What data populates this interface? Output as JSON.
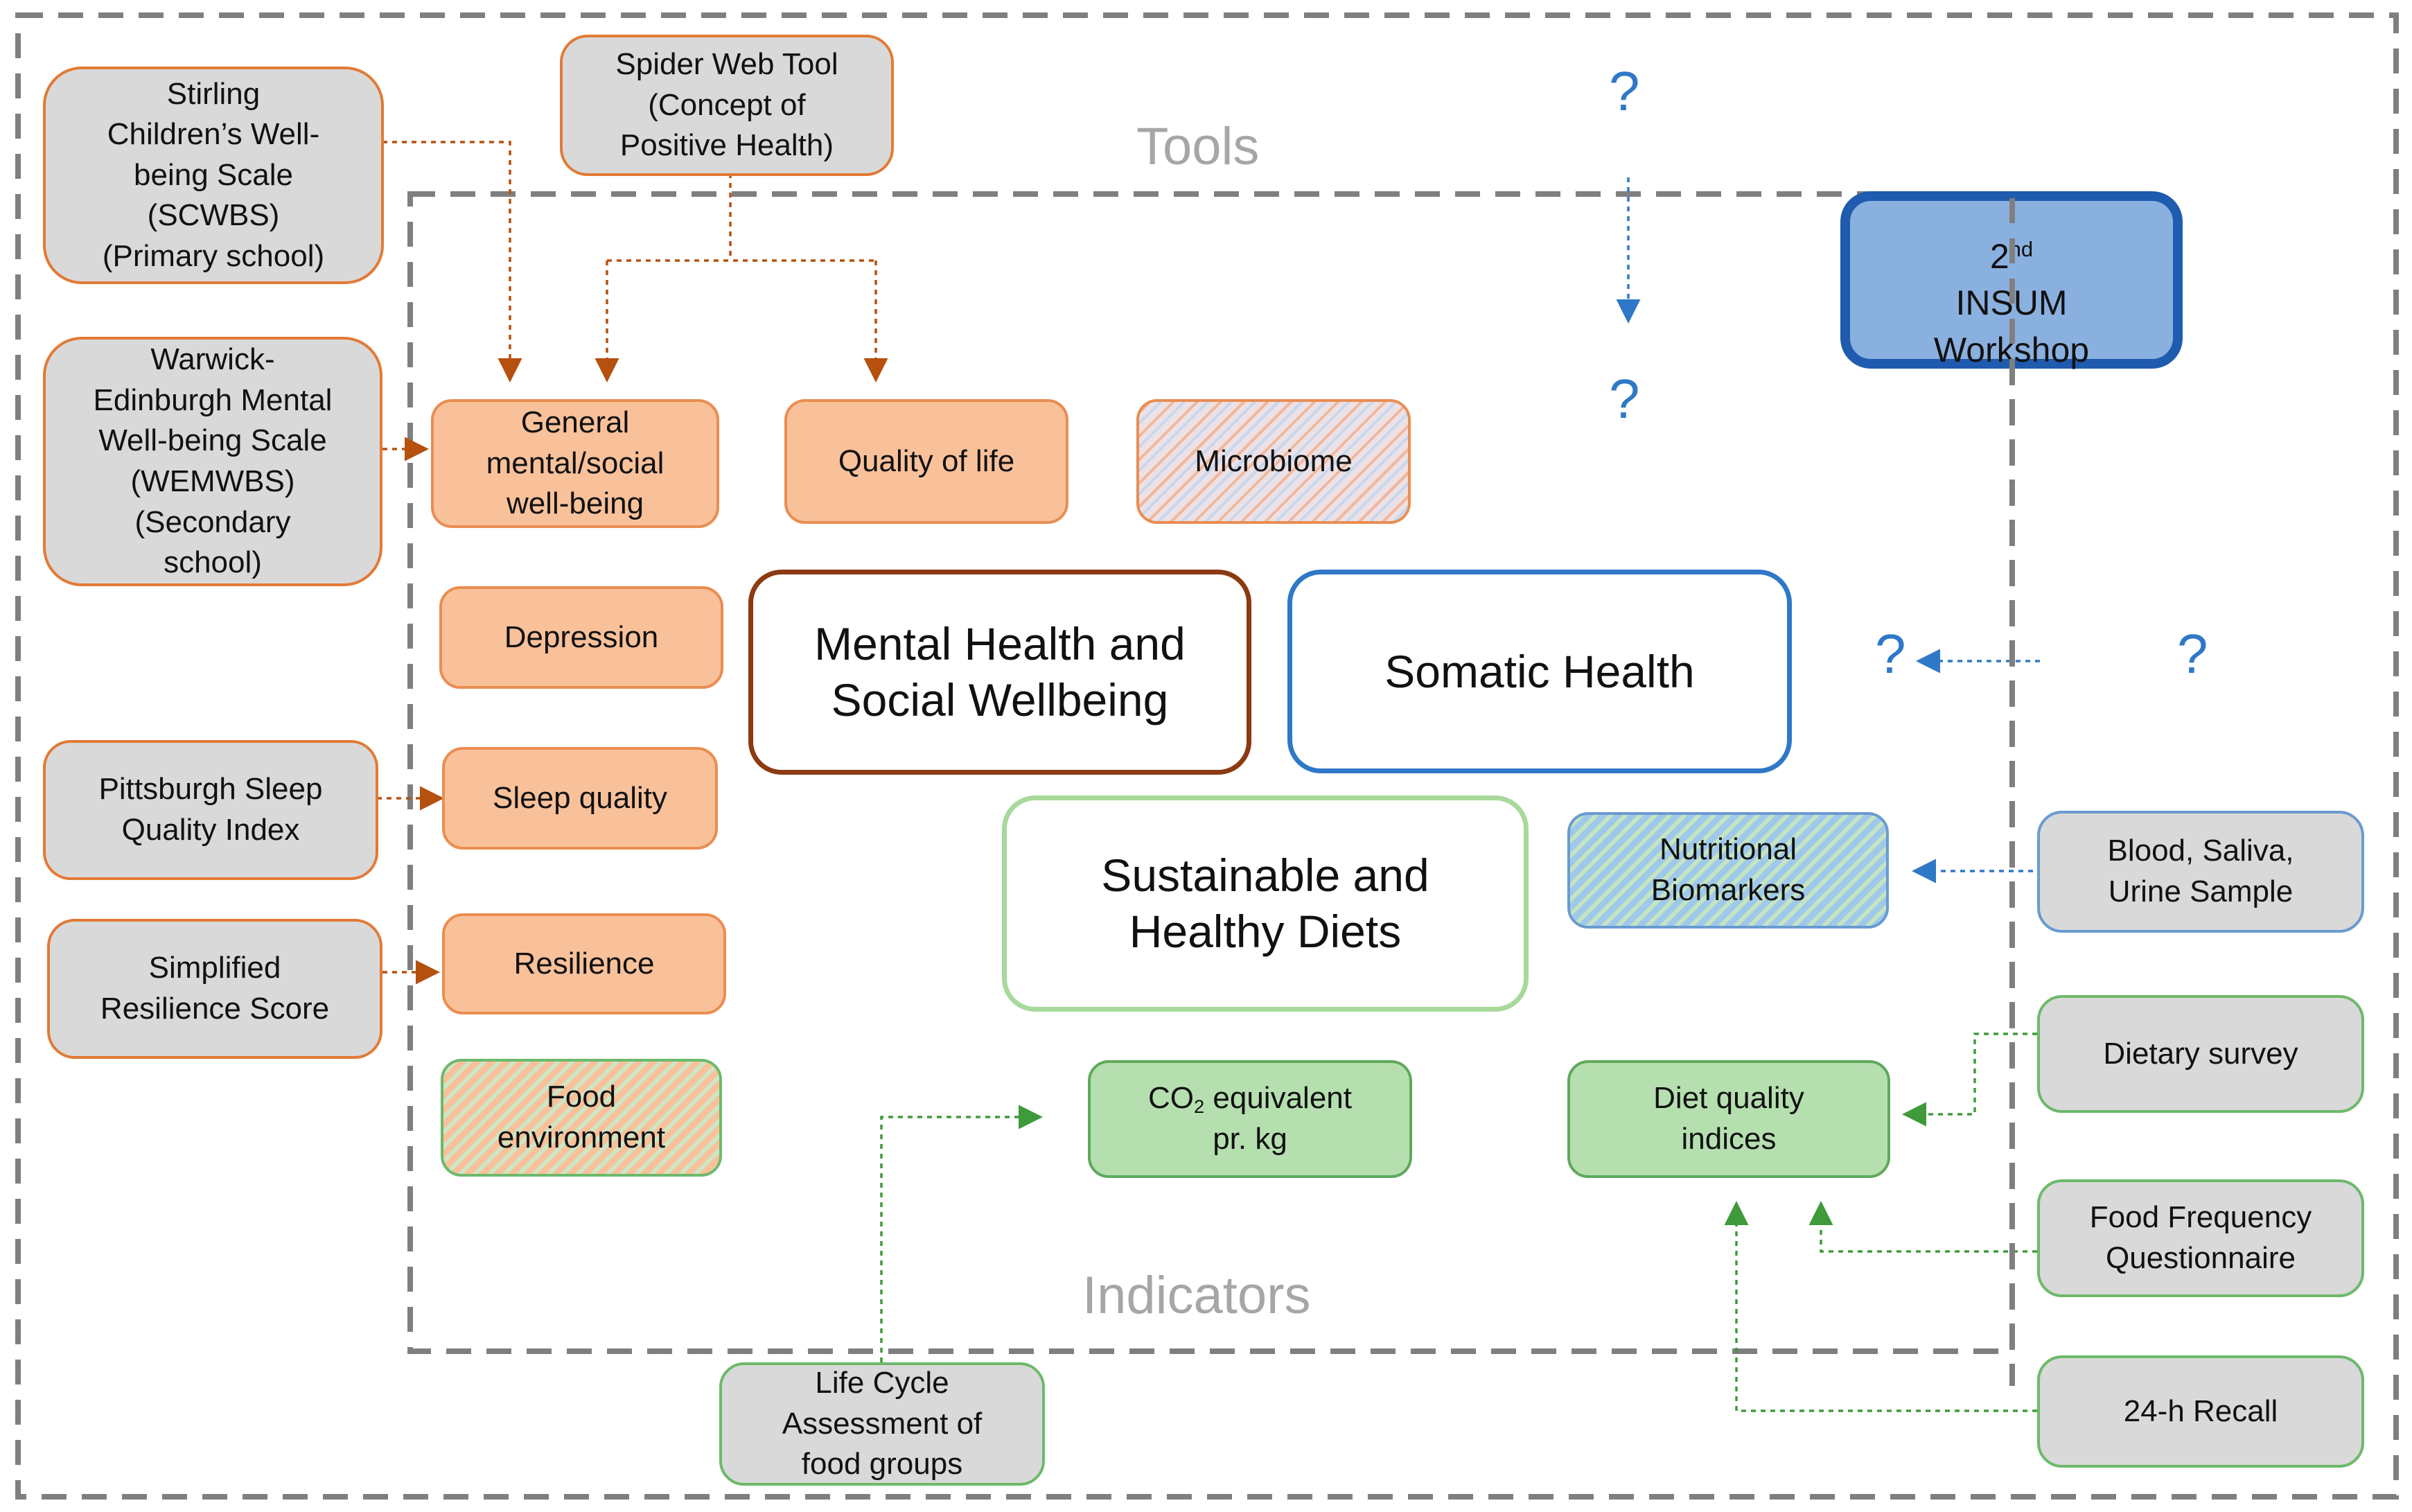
{
  "region_labels": {
    "tools": "Tools",
    "indicators": "Indicators"
  },
  "question_mark": "?",
  "workshop": {
    "label_sup": "nd",
    "label_a": "2",
    "label_b": "INSUM\nWorkshop"
  },
  "central": {
    "mental": "Mental Health and\nSocial Wellbeing",
    "somatic": "Somatic Health",
    "diets": "Sustainable and\nHealthy Diets"
  },
  "tools_left": {
    "scwbs": "Stirling\nChildren’s Well-\nbeing Scale\n(SCWBS)\n(Primary school)",
    "spider": "Spider Web Tool\n(Concept of\nPositive Health)",
    "wemwbs": "Warwick-\nEdinburgh Mental\nWell-being Scale\n(WEMWBS)\n(Secondary\nschool)",
    "psqi": "Pittsburgh Sleep\nQuality Index",
    "resilience_score": "Simplified\nResilience Score",
    "lca": "Life Cycle\nAssessment of\nfood groups"
  },
  "tools_right": {
    "blood": "Blood, Saliva,\nUrine Sample",
    "dietary_survey": "Dietary survey",
    "ffq": "Food Frequency\nQuestionnaire",
    "recall": "24-h Recall"
  },
  "indicators": {
    "general": "General\nmental/social\nwell-being",
    "quality_of_life": "Quality of life",
    "microbiome": "Microbiome",
    "depression": "Depression",
    "sleep": "Sleep quality",
    "resilience": "Resilience",
    "food_env": "Food\nenvironment",
    "nutritional": "Nutritional\nBiomarkers",
    "co2_a": "CO",
    "co2_sub": "2",
    "co2_b": " equivalent\npr. kg",
    "diet_quality": "Diet quality\nindices"
  },
  "colors": {
    "brown_arrow": "#b5500f",
    "blue_arrow": "#2f78c7",
    "green_arrow": "#3f9a3a",
    "dash_border": "#7f7f7f"
  }
}
